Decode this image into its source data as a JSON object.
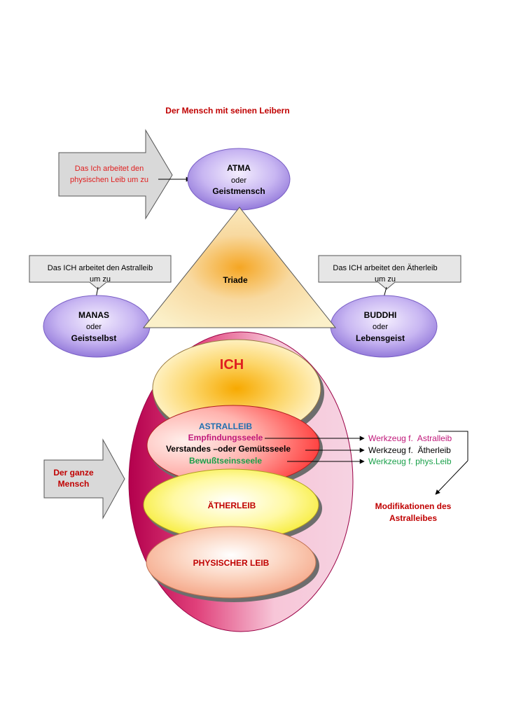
{
  "title": "Der Mensch mit seinen Leibern",
  "atma": {
    "line1": "ATMA",
    "line2": "oder",
    "line3": "Geistmensch"
  },
  "arrow_physisch": {
    "line1": "Das Ich arbeitet den",
    "line2": "physischen Leib um zu"
  },
  "triade": "Triade",
  "callout_astral": {
    "line1": "Das ICH arbeitet den Astralleib",
    "line2": "um zu"
  },
  "callout_aether": {
    "line1": "Das ICH arbeitet den Ätherleib",
    "line2": "um zu"
  },
  "manas": {
    "line1": "MANAS",
    "line2": "oder",
    "line3": "Geistselbst"
  },
  "buddhi": {
    "line1": "BUDDHI",
    "line2": "oder",
    "line3": "Lebensgeist"
  },
  "ich": "ICH",
  "astralleib": {
    "title": "ASTRALLEIB",
    "empfindung": "Empfindungsseele",
    "verstand": "Verstandes –oder Gemütsseele",
    "bewusst": "Bewußtseinsseele"
  },
  "werkzeug": {
    "astral": "Werkzeug f.  Astralleib",
    "aether": "Werkzeug f.  Ätherleib",
    "phys": "Werkzeug f. phys.Leib"
  },
  "modifikationen": {
    "line1": "Modifikationen des",
    "line2": "Astralleibes"
  },
  "ganzer_mensch": {
    "line1": "Der ganze",
    "line2": "Mensch"
  },
  "aetherleib": "ÄTHERLEIB",
  "physischer_leib": "PHYSISCHER LEIB",
  "colors": {
    "title_red": "#c00000",
    "magenta": "#c0187a",
    "green": "#1aa04a",
    "blue": "#1f6fb0",
    "purple": "#8a6fd6"
  }
}
